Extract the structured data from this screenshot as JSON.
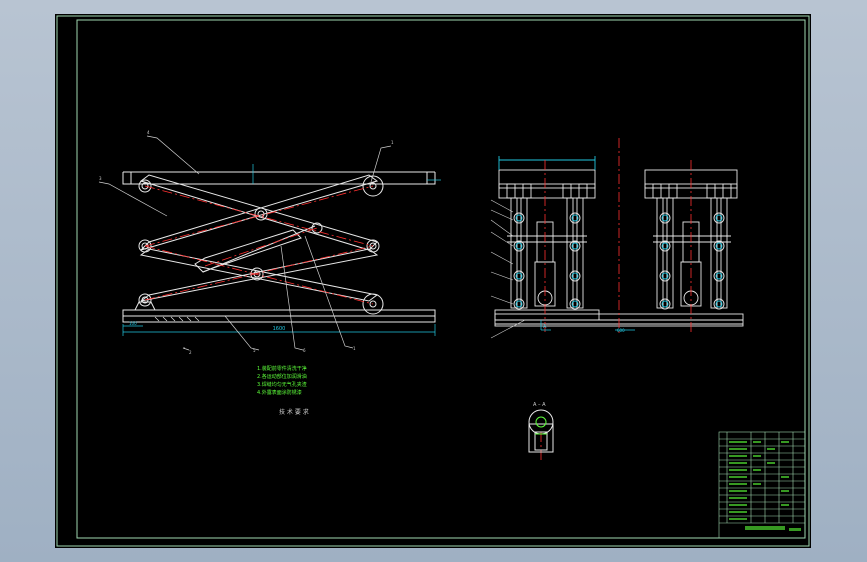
{
  "drawing": {
    "dimension_labels": {
      "base_length": "1600",
      "left_offset": "100",
      "front_width": "600",
      "section_label": "A – A"
    },
    "tech_requirements": {
      "title": "技 术 要 求",
      "lines": [
        "1.装配前零件清洗干净",
        "2.各运动部位加润滑油",
        "3.焊缝均匀无气孔夹渣",
        "4.外露表面涂防锈漆"
      ]
    },
    "balloons": [
      "4",
      "3",
      "1",
      "2",
      "5",
      "6",
      "1"
    ],
    "section_mark": "A"
  },
  "colors": {
    "background": "#000000",
    "frame": "#9fd8b0",
    "part_line": "#e8e8e8",
    "centerline": "#ff3030",
    "dimension": "#22c7e0",
    "note": "#5dff3a",
    "leader": "#cfcfcf"
  }
}
